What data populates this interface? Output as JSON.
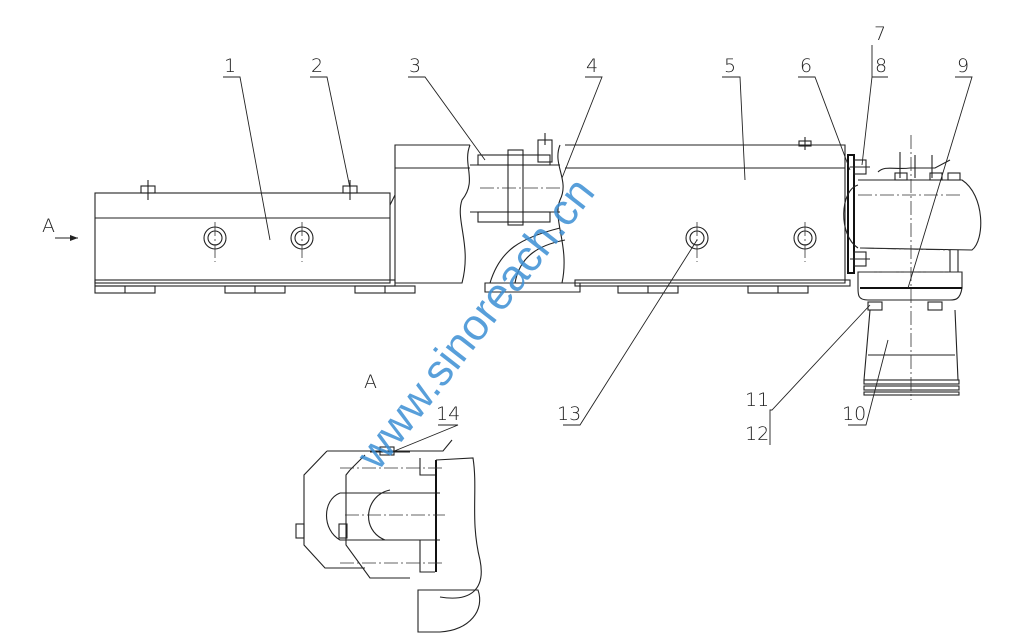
{
  "drawing": {
    "part_labels": [
      "1",
      "2",
      "3",
      "4",
      "5",
      "6",
      "7",
      "8",
      "9",
      "10",
      "11",
      "12",
      "13",
      "14"
    ],
    "view_arrow_label": "A",
    "view_title": "A"
  },
  "watermark": "www.sinoreach.cn",
  "colors": {
    "line": "#222222",
    "watermark": "#3c8fd4"
  }
}
